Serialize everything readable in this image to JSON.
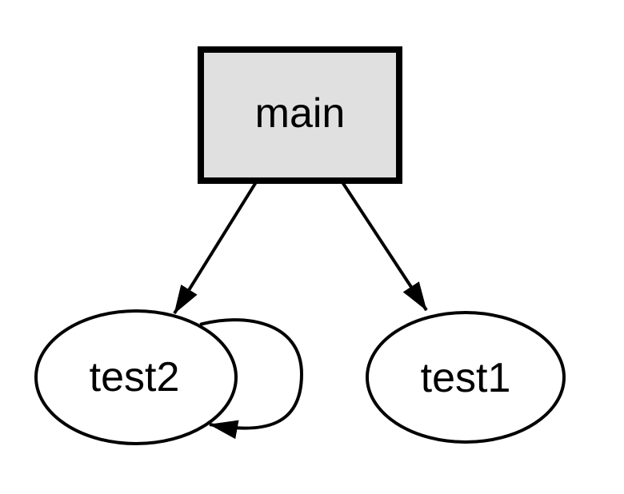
{
  "diagram": {
    "type": "directed-graph",
    "background_color": "#ffffff",
    "edge_color": "#000000",
    "arrow_color": "#000000",
    "nodes": {
      "main": {
        "label": "main",
        "shape": "box",
        "fill_color": "#e0e0e0",
        "stroke_color": "#000000",
        "text_color": "#000000"
      },
      "test2": {
        "label": "test2",
        "shape": "ellipse",
        "fill_color": "#ffffff",
        "stroke_color": "#000000",
        "text_color": "#000000"
      },
      "test1": {
        "label": "test1",
        "shape": "ellipse",
        "fill_color": "#ffffff",
        "stroke_color": "#000000",
        "text_color": "#000000"
      }
    },
    "edges": [
      {
        "from": "main",
        "to": "test2",
        "directed": true,
        "self_loop": false
      },
      {
        "from": "main",
        "to": "test1",
        "directed": true,
        "self_loop": false
      },
      {
        "from": "test2",
        "to": "test2",
        "directed": true,
        "self_loop": true
      }
    ]
  }
}
